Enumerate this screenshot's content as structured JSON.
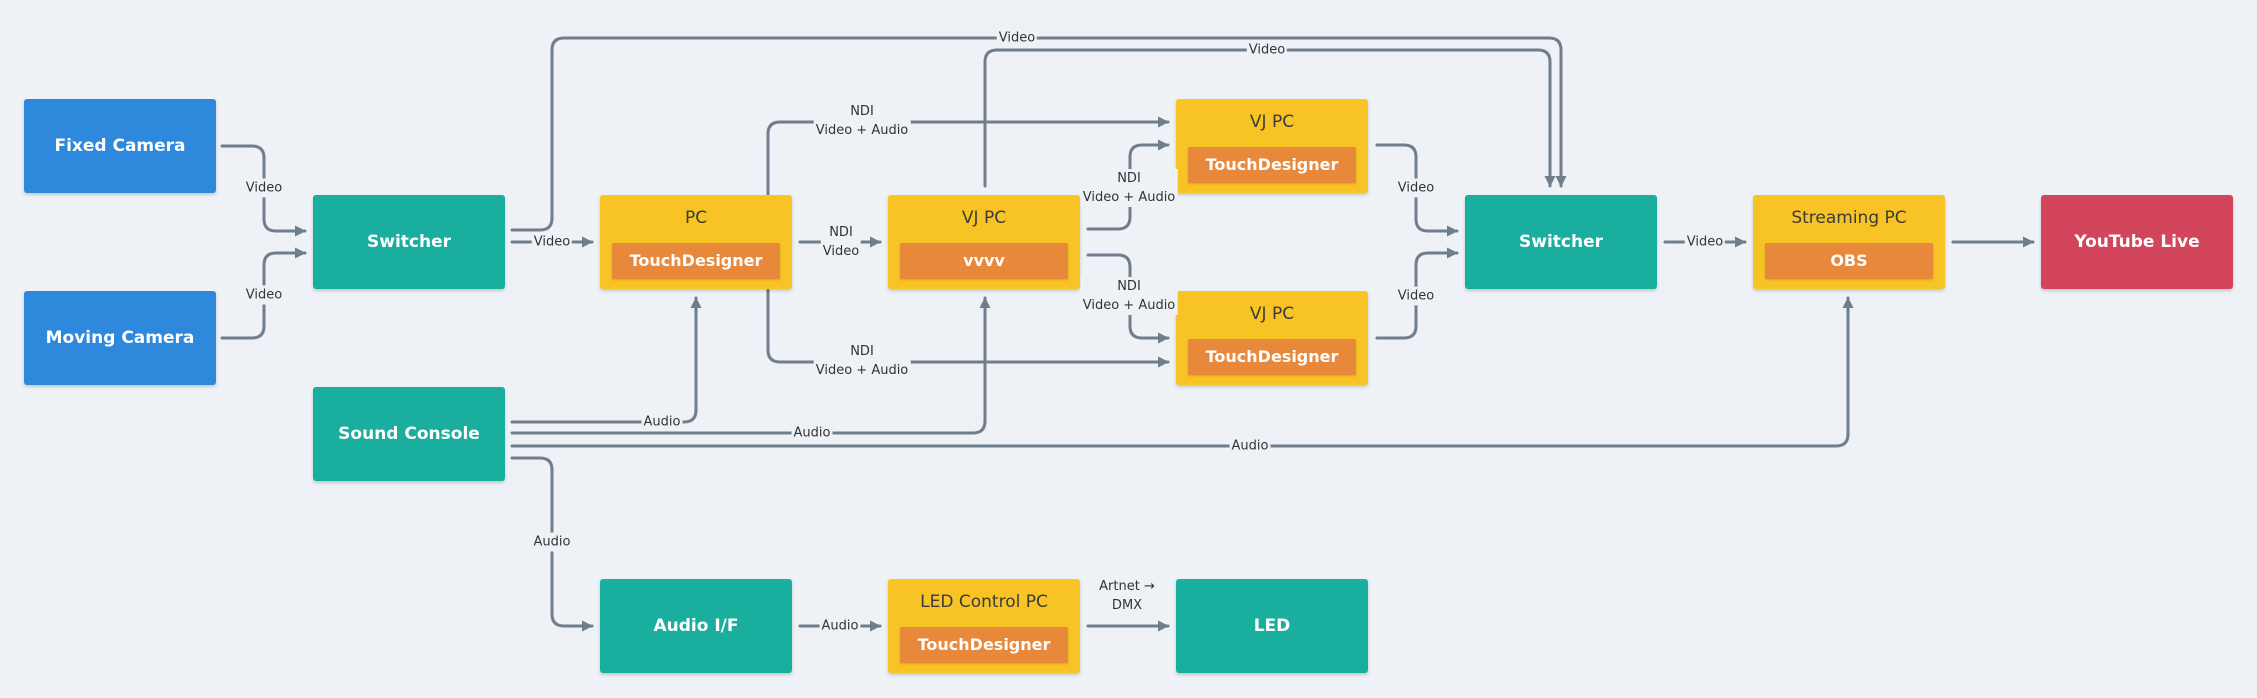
{
  "nodes": {
    "fixed_camera": {
      "title": "Fixed Camera"
    },
    "moving_camera": {
      "title": "Moving Camera"
    },
    "switcher_1": {
      "title": "Switcher"
    },
    "sound_console": {
      "title": "Sound Console"
    },
    "pc": {
      "title": "PC",
      "software": "TouchDesigner"
    },
    "vj_pc_center": {
      "title": "VJ PC",
      "software": "vvvv"
    },
    "vj_pc_top": {
      "title": "VJ PC",
      "software": "TouchDesigner"
    },
    "vj_pc_bottom": {
      "title": "VJ PC",
      "software": "TouchDesigner"
    },
    "switcher_2": {
      "title": "Switcher"
    },
    "streaming_pc": {
      "title": "Streaming PC",
      "software": "OBS"
    },
    "youtube_live": {
      "title": "YouTube Live"
    },
    "audio_if": {
      "title": "Audio I/F"
    },
    "led_control_pc": {
      "title": "LED Control PC",
      "software": "TouchDesigner"
    },
    "led": {
      "title": "LED"
    }
  },
  "edge_labels": {
    "video": "Video",
    "audio": "Audio",
    "ndi": "NDI",
    "video_audio": "Video + Audio",
    "artnet": "Artnet →",
    "dmx": "DMX"
  },
  "colors": {
    "source_blue": "#2e89dc",
    "device_teal": "#1aae9e",
    "computer_yellow": "#f7c325",
    "software_orange": "#e8883a",
    "output_red": "#d3455b",
    "connector": "#6f7d8c"
  }
}
